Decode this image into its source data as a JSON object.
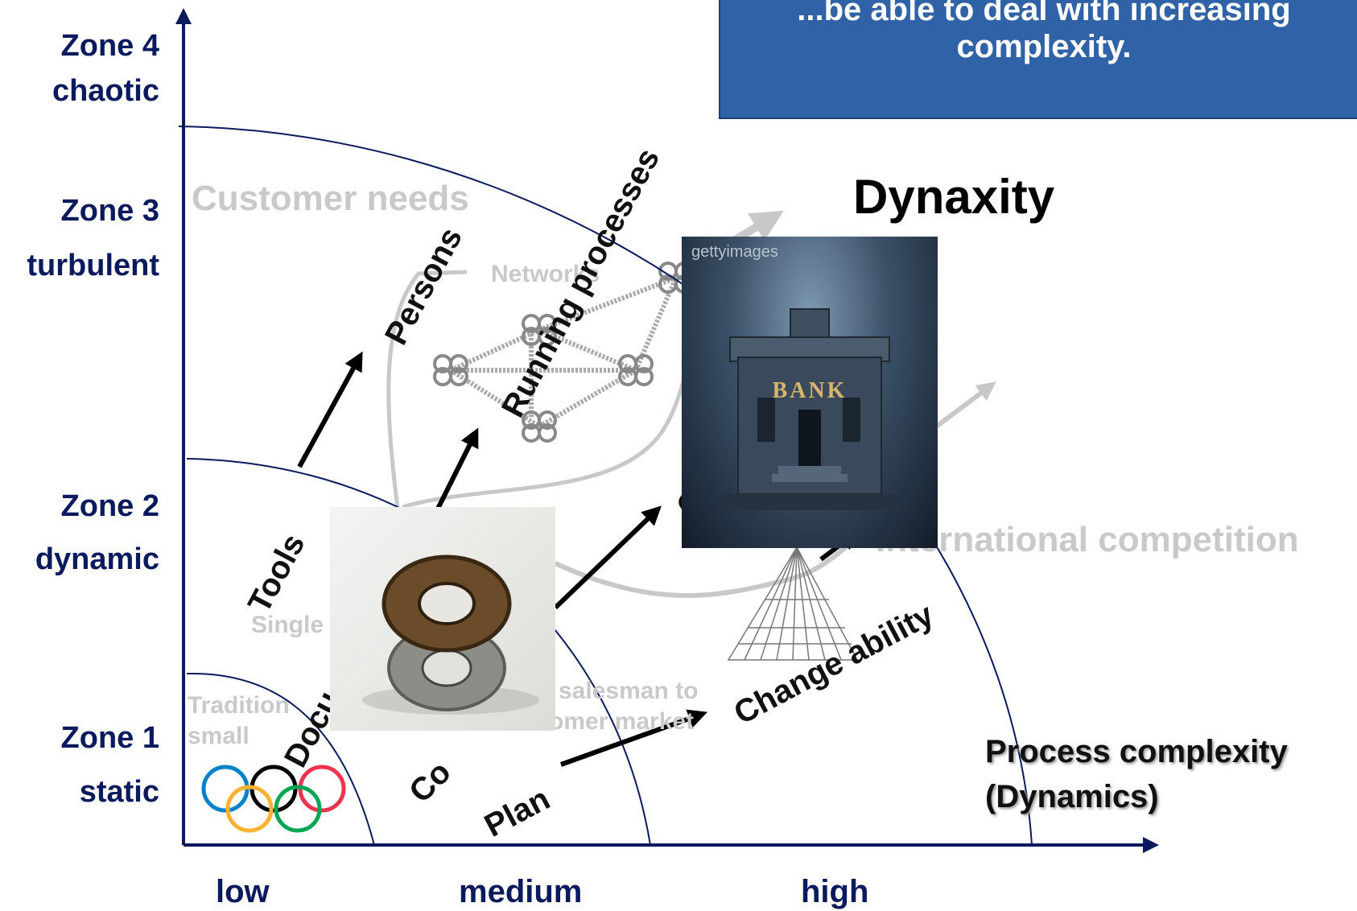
{
  "banner": {
    "line1": "...be able to deal with increasing",
    "line2": "complexity."
  },
  "zones": [
    {
      "name": "Zone 4",
      "state": "chaotic"
    },
    {
      "name": "Zone 3",
      "state": "turbulent"
    },
    {
      "name": "Zone 2",
      "state": "dynamic"
    },
    {
      "name": "Zone 1",
      "state": "static"
    }
  ],
  "x_levels": [
    "low",
    "medium",
    "high"
  ],
  "x_axis_title": {
    "line1": "Process complexity",
    "line2": "(Dynamics)"
  },
  "headline": "Dynaxity",
  "arrow_labels": {
    "persons": "Persons",
    "running_processes": "Running processes",
    "tools": "Tools",
    "documents": "Docu",
    "control": "Co",
    "plan": "Plan",
    "change_ability": "Change ability",
    "c_partial": "C"
  },
  "background_labels": {
    "customer_needs": "Customer needs",
    "networks": "Networks",
    "international_competition": "International competition",
    "single": "Single",
    "traditional": "Tradition",
    "small": "small",
    "salesman": "salesman to",
    "customer_market": "omer market"
  },
  "bank_image": {
    "watermark": "gettyimages",
    "sign": "BANK"
  },
  "colors": {
    "banner": "#2f62a6",
    "zone_text": "#0a1a5c",
    "faded_text": "#c9c9c9",
    "ring_blue": "#0081c8",
    "ring_yellow": "#fcb131",
    "ring_black": "#000000",
    "ring_green": "#00a651",
    "ring_red": "#ee334e"
  }
}
